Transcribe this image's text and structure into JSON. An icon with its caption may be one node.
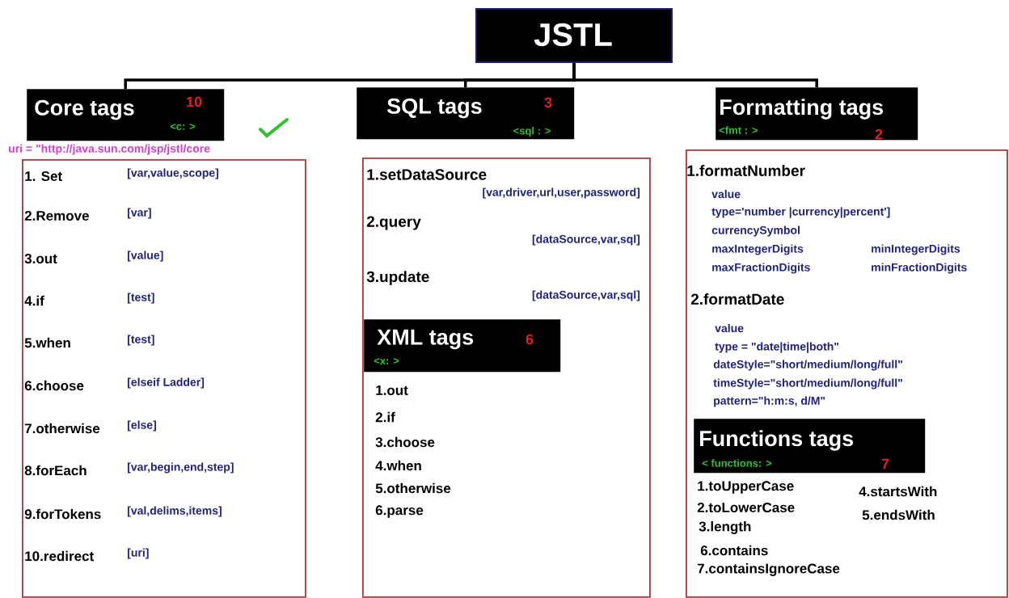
{
  "diagram": {
    "nodes": [
      {
        "text": [
          "JSTL"
        ]
      },
      {
        "text": [
          "Core tags",
          "10",
          "<c: >"
        ],
        "beside": [
          "uri = \"http://java.sun.com/jsp/jstl/core"
        ]
      },
      {
        "text": [
          "1. Set",
          "[var,value,scope]",
          "2.Remove",
          "[var]",
          "3.out",
          "[value]",
          "4.if",
          "[test]",
          "5.when",
          "[test]",
          "6.choose",
          "[elseif Ladder]",
          "7.otherwise",
          "[else]",
          "8.forEach",
          "[var,begin,end,step]",
          "9.forTokens",
          "[val,delims,items]",
          "10.redirect",
          "[uri]"
        ]
      },
      {
        "text": [
          "SQL tags",
          "3",
          "<sql : >"
        ]
      },
      {
        "text": [
          "1.setDataSource",
          "[var,driver,url,user,password]",
          "2.query",
          "[dataSource,var,sql]",
          "3.update",
          "[dataSource,var,sql]",
          "1.out",
          "2.if",
          "3.choose",
          "4.when",
          "5.otherwise",
          "6.parse"
        ]
      },
      {
        "text": [
          "XML tags",
          "6",
          "<x: >"
        ],
        "in": 4
      },
      {
        "text": [
          "Formatting tags",
          "<fmt : >",
          "2"
        ]
      },
      {
        "text": [
          "1.formatNumber",
          "value",
          "type='number |currency|percent']",
          "currencySymbol",
          "maxIntegerDigits",
          "minIntegerDigits",
          "maxFractionDigits",
          "minFractionDigits",
          "2.formatDate",
          "value",
          "type = \"date|time|both\"",
          "dateStyle=\"short/medium/long/full\"",
          "timeStyle=\"short/medium/long/full\"",
          "pattern=\"h:m:s, d/M\"",
          "1.toUpperCase",
          "2.toLowerCase",
          "3.length",
          "4.startsWith",
          "5.endsWith",
          "6.contains",
          "7.containsIgnoreCase"
        ]
      },
      {
        "text": [
          "Functions tags",
          "< functions: >",
          "7"
        ],
        "in": 7
      }
    ],
    "edges": [
      {
        "from": 0,
        "to": 1,
        "arrow": "none"
      },
      {
        "from": 0,
        "to": 3,
        "arrow": "none"
      },
      {
        "from": 0,
        "to": 6,
        "arrow": "none"
      }
    ]
  }
}
